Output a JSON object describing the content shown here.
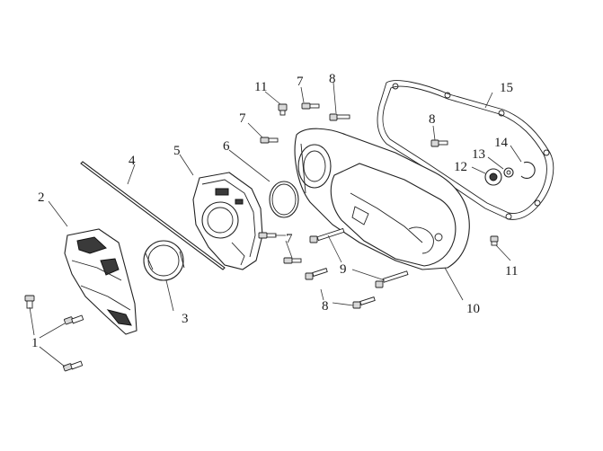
{
  "callouts": [
    {
      "id": "c1",
      "text": "1"
    },
    {
      "id": "c2",
      "text": "2"
    },
    {
      "id": "c3",
      "text": "3"
    },
    {
      "id": "c4",
      "text": "4"
    },
    {
      "id": "c5",
      "text": "5"
    },
    {
      "id": "c6",
      "text": "6"
    },
    {
      "id": "c7a",
      "text": "7"
    },
    {
      "id": "c7b",
      "text": "7"
    },
    {
      "id": "c7c",
      "text": "7"
    },
    {
      "id": "c8a",
      "text": "8"
    },
    {
      "id": "c8b",
      "text": "8"
    },
    {
      "id": "c8c",
      "text": "8"
    },
    {
      "id": "c9",
      "text": "9"
    },
    {
      "id": "c10",
      "text": "10"
    },
    {
      "id": "c11a",
      "text": "11"
    },
    {
      "id": "c11b",
      "text": "11"
    },
    {
      "id": "c12",
      "text": "12"
    },
    {
      "id": "c13",
      "text": "13"
    },
    {
      "id": "c14",
      "text": "14"
    },
    {
      "id": "c15",
      "text": "15"
    }
  ]
}
